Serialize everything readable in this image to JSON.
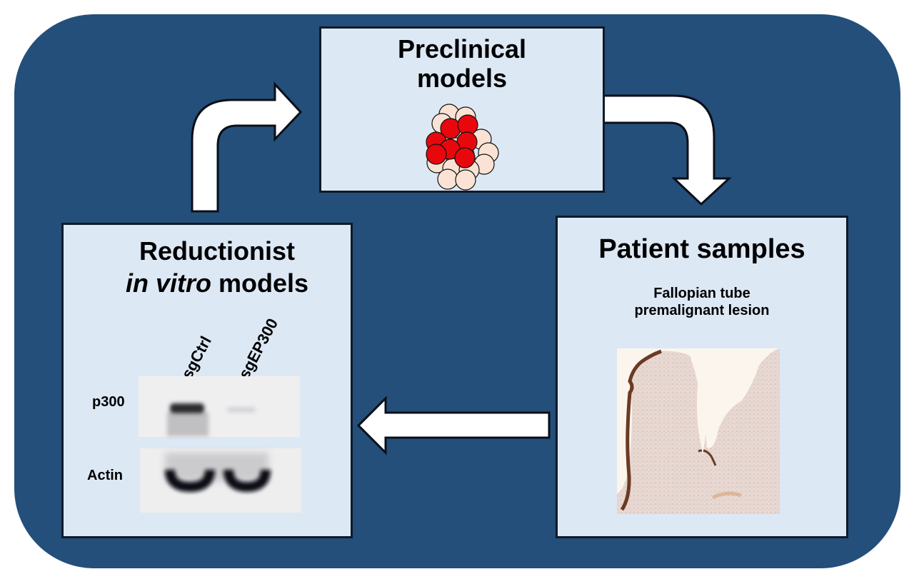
{
  "diagram": {
    "type": "cycle",
    "colors": {
      "background": "#234f7a",
      "panel_fill": "#dde8f5",
      "panel_border": "#0d1a2a",
      "arrow_fill": "#ffffff",
      "cell_highlight": "#e8070d",
      "cell_normal": "#fae3d4"
    },
    "panels": {
      "preclinical": {
        "title_line1": "Preclinical",
        "title_line2": "models",
        "image": "cell-cluster-illustration"
      },
      "patient": {
        "title": "Patient samples",
        "subtitle_line1": "Fallopian tube",
        "subtitle_line2": "premalignant lesion",
        "image": "histology-section-micrograph"
      },
      "reductionist": {
        "title_line1": "Reductionist",
        "title_line2_italic": "in vitro",
        "title_line2_rest": " models",
        "western_blot": {
          "lanes": [
            "sgCtrl",
            "sgEP300"
          ],
          "rows": [
            "p300",
            "Actin"
          ]
        }
      }
    },
    "arrows": [
      {
        "from": "reductionist",
        "to": "preclinical",
        "shape": "bent-up-right"
      },
      {
        "from": "preclinical",
        "to": "patient",
        "shape": "bent-right-down"
      },
      {
        "from": "patient",
        "to": "reductionist",
        "shape": "straight-left"
      }
    ]
  }
}
